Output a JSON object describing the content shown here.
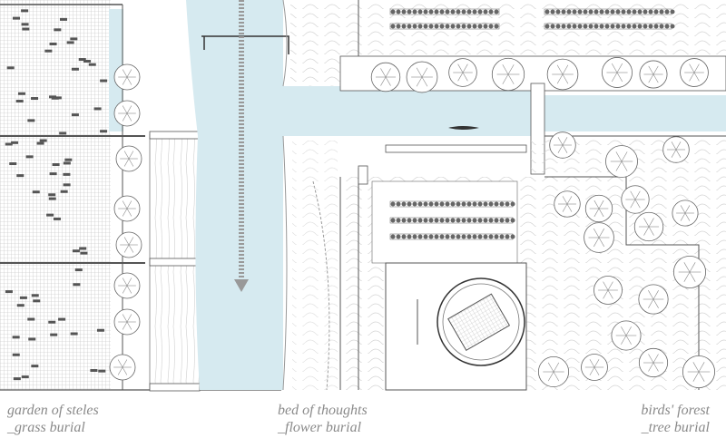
{
  "labels": [
    {
      "title": "garden of steles",
      "subtitle": "_grass burial"
    },
    {
      "title": "bed of thoughts",
      "subtitle": "_flower burial"
    },
    {
      "title": "birds' forest",
      "subtitle": "_tree burial"
    }
  ],
  "colors": {
    "water": "#d6eaf0",
    "line": "#555555",
    "hatch": "#b5b5b5",
    "label": "#8a8a8a"
  }
}
